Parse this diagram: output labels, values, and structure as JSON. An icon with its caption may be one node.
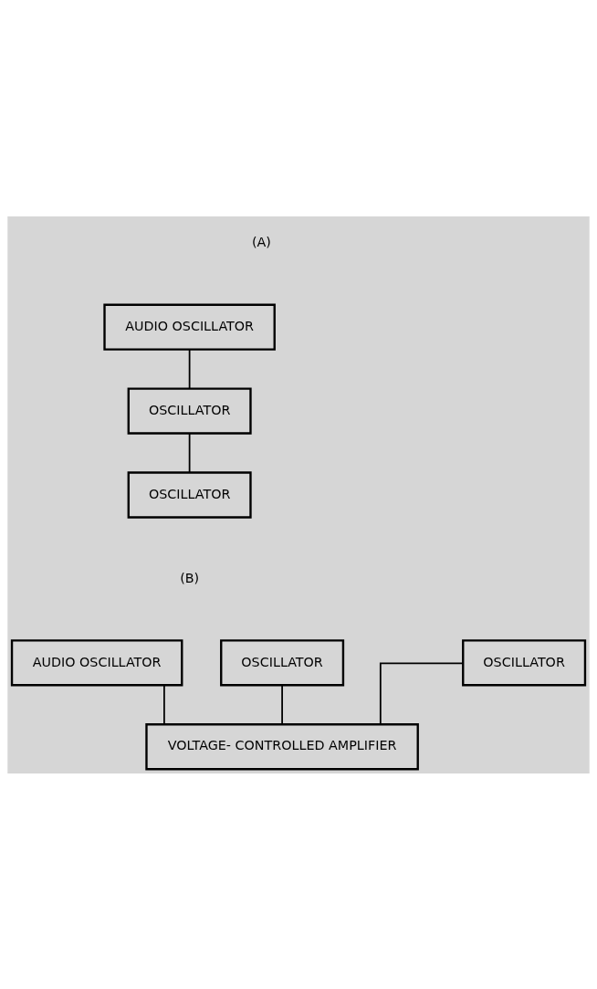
{
  "diagram": {
    "nodes": [
      {
        "text": [
          "AUDIO OSCILLATOR"
        ]
      },
      {
        "text": [
          "OSCILLATOR"
        ]
      },
      {
        "text": [
          "OSCILLATOR"
        ]
      },
      {
        "text": [
          "AUDIO OSCILLATOR"
        ]
      },
      {
        "text": [
          "OSCILLATOR"
        ]
      },
      {
        "text": [
          "VOLTAGE- CONTROLLED AMPLIFIER"
        ]
      },
      {
        "text": [
          "OSCILLATOR"
        ]
      }
    ],
    "edges": [
      {
        "from": 0,
        "to": 1,
        "arrow": "none"
      },
      {
        "from": 1,
        "to": 2,
        "arrow": "none"
      },
      {
        "from": 3,
        "to": 5,
        "arrow": "none"
      },
      {
        "from": 4,
        "to": 5,
        "arrow": "none"
      },
      {
        "from": 6,
        "to": 5,
        "arrow": "none"
      }
    ],
    "labels": [
      "(A)",
      "(B)"
    ]
  }
}
